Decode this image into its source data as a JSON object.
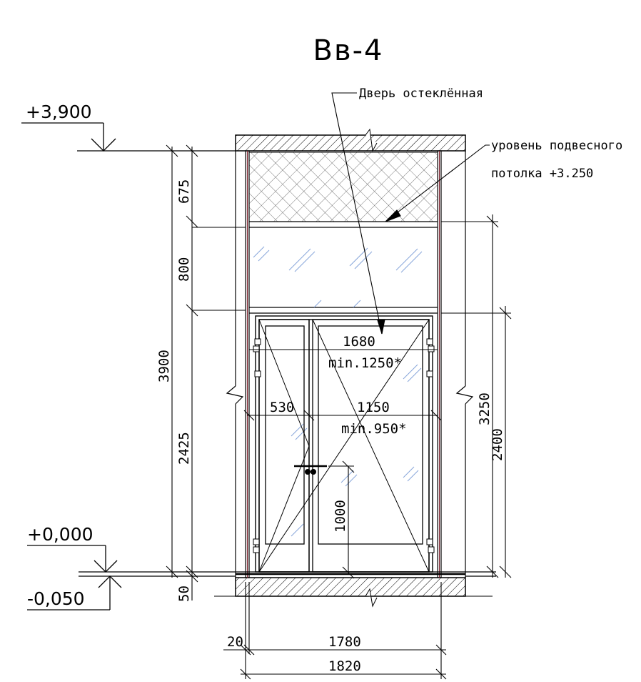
{
  "title": "Вв-4",
  "levels": {
    "top": "+3,900",
    "zero": "+0,000",
    "bottom": "-0,050"
  },
  "callouts": {
    "door": "Дверь остеклённая",
    "ceiling_line1": "уровень подвесного",
    "ceiling_line2": "потолка +3.250"
  },
  "dimensions": {
    "left_675": "675",
    "left_800": "800",
    "left_2425": "2425",
    "left_3900": "3900",
    "left_50": "50",
    "right_3250": "3250",
    "right_2400": "2400",
    "door_width": "1680",
    "door_width_min": "min.1250*",
    "leaf_530": "530",
    "leaf_1150": "1150",
    "leaf_min": "min.950*",
    "handle_1000": "1000",
    "bottom_20": "20",
    "bottom_1780": "1780",
    "bottom_1820": "1820"
  }
}
